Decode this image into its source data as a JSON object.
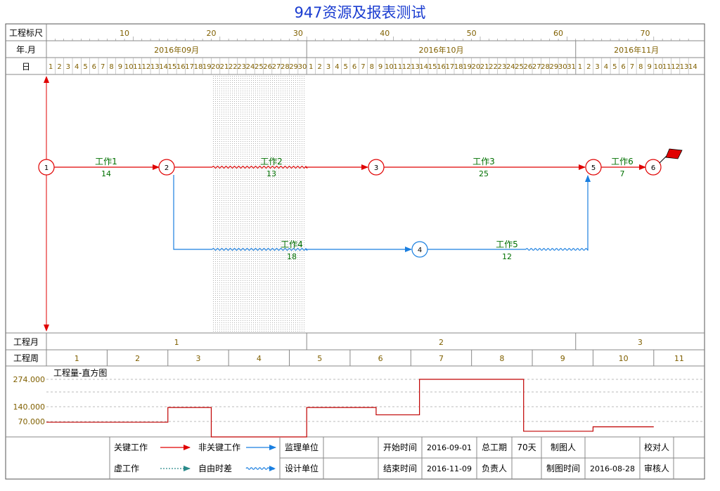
{
  "title": "947资源及报表测试",
  "row_labels": {
    "scale": "工程标尺",
    "yearmonth": "年.月",
    "day": "日",
    "month": "工程月",
    "week": "工程周"
  },
  "scale_ticks": [
    "10",
    "20",
    "30",
    "40",
    "50",
    "60",
    "70"
  ],
  "months": [
    "2016年09月",
    "2016年10月",
    "2016年11月"
  ],
  "days_sep": 30,
  "days_oct": 31,
  "days_nov": 14,
  "engineering_months": [
    "1",
    "2",
    "3"
  ],
  "engineering_weeks": [
    "1",
    "2",
    "3",
    "4",
    "5",
    "6",
    "7",
    "8",
    "9",
    "10",
    "11"
  ],
  "nodes": [
    {
      "id": "1",
      "label": "1",
      "type": "critical"
    },
    {
      "id": "2",
      "label": "2",
      "type": "critical"
    },
    {
      "id": "3",
      "label": "3",
      "type": "critical"
    },
    {
      "id": "4",
      "label": "4",
      "type": "noncritical"
    },
    {
      "id": "5",
      "label": "5",
      "type": "critical"
    },
    {
      "id": "6",
      "label": "6",
      "type": "critical"
    }
  ],
  "tasks": [
    {
      "name": "工作1",
      "duration": "14"
    },
    {
      "name": "工作2",
      "duration": "13"
    },
    {
      "name": "工作3",
      "duration": "25"
    },
    {
      "name": "工作6",
      "duration": "7"
    },
    {
      "name": "工作4",
      "duration": "18"
    },
    {
      "name": "工作5",
      "duration": "12"
    }
  ],
  "chart_data": {
    "type": "histogram",
    "title": "工程量-直方图",
    "y_ticks": [
      "274.000",
      "140.000",
      "70.000"
    ],
    "x_unit": "day",
    "segments": [
      {
        "start_day": 1,
        "end_day": 15,
        "value": 70
      },
      {
        "start_day": 15,
        "end_day": 20,
        "value": 140
      },
      {
        "start_day": 20,
        "end_day": 31,
        "value": 0
      },
      {
        "start_day": 31,
        "end_day": 39,
        "value": 140
      },
      {
        "start_day": 39,
        "end_day": 44,
        "value": 105
      },
      {
        "start_day": 44,
        "end_day": 56,
        "value": 274
      },
      {
        "start_day": 56,
        "end_day": 64,
        "value": 27
      },
      {
        "start_day": 64,
        "end_day": 71,
        "value": 48
      }
    ]
  },
  "legend": {
    "critical": "关键工作",
    "noncritical": "非关键工作",
    "dummy": "虚工作",
    "free_float": "自由时差"
  },
  "info": {
    "supervisor_label": "监理单位",
    "supervisor_value": "",
    "designer_label": "设计单位",
    "designer_value": "",
    "start_label": "开始时间",
    "start_value": "2016-09-01",
    "end_label": "结束时间",
    "end_value": "2016-11-09",
    "total_label": "总工期",
    "total_value": "70天",
    "owner_label": "负责人",
    "owner_value": "",
    "drafter_label": "制图人",
    "drafter_value": "",
    "drawdate_label": "制图时间",
    "drawdate_value": "2016-08-28",
    "checker_label": "校对人",
    "checker_value": "",
    "reviewer_label": "审核人",
    "reviewer_value": ""
  },
  "colors": {
    "critical": "#e00000",
    "noncritical": "#1a7fe0",
    "label_green": "#007000",
    "ticks_olive": "#806000",
    "title_blue": "#1a3cd0"
  }
}
